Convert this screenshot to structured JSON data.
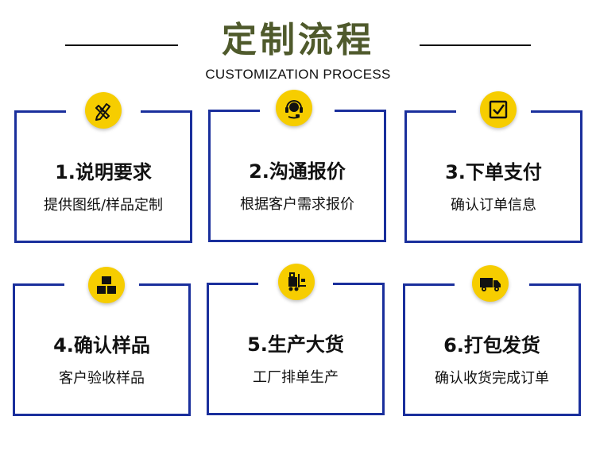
{
  "header": {
    "title": "定制流程",
    "subtitle": "CUSTOMIZATION PROCESS"
  },
  "steps": [
    {
      "title": "1.说明要求",
      "desc": "提供图纸/样品定制",
      "icon": "pencil-ruler-icon"
    },
    {
      "title": "2.沟通报价",
      "desc": "根据客户需求报价",
      "icon": "headset-icon"
    },
    {
      "title": "3.下单支付",
      "desc": "确认订单信息",
      "icon": "checklist-icon"
    },
    {
      "title": "4.确认样品",
      "desc": "客户验收样品",
      "icon": "boxes-icon"
    },
    {
      "title": "5.生产大货",
      "desc": "工厂排单生产",
      "icon": "forklift-icon"
    },
    {
      "title": "6.打包发货",
      "desc": "确认收货完成订单",
      "icon": "truck-icon"
    }
  ],
  "colors": {
    "frame": "#1a2f9c",
    "icon_bg": "#f6cd00",
    "title": "#4f5a2c"
  }
}
